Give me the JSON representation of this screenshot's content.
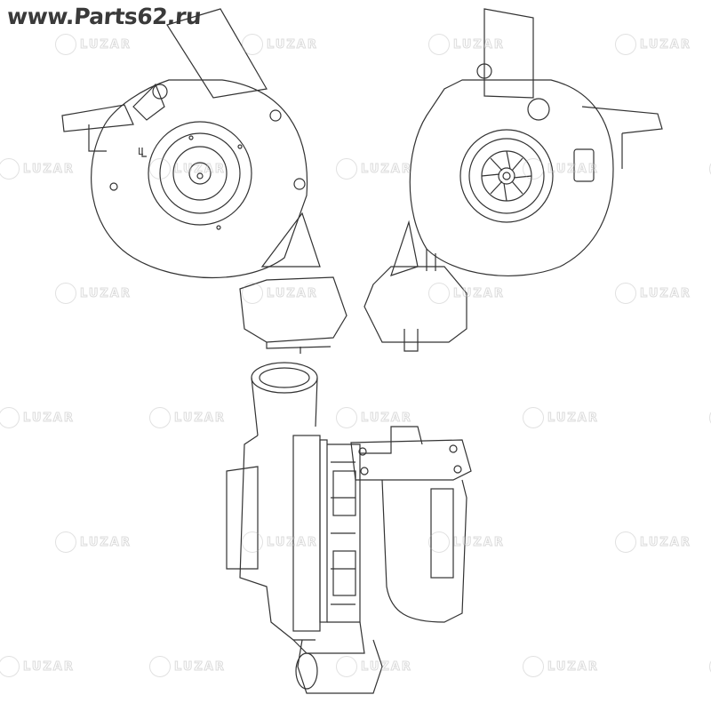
{
  "header": {
    "site": "www.Parts62.ru"
  },
  "watermark": {
    "text": "LUZAR"
  },
  "drawing": {
    "subject": "turbocharger",
    "label_l": "L"
  },
  "colors": {
    "line": "#333333",
    "watermark": "#aaaaaa"
  }
}
